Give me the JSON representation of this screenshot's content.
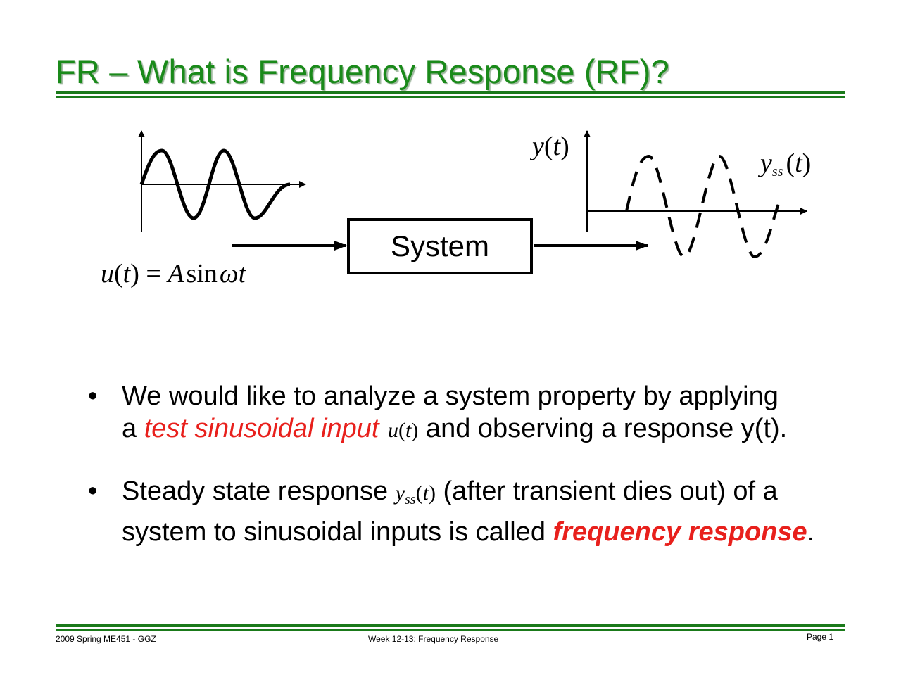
{
  "slide": {
    "title": "FR – What is Frequency Response (RF)?"
  },
  "diagram": {
    "input_expr": {
      "u": "u",
      "lp": "(",
      "t": "t",
      "rp": ")",
      "eq": " = ",
      "A": "A",
      "sin": "sin",
      "omega": "ω",
      "t2": "t"
    },
    "output_label": {
      "y": "y",
      "lp": "(",
      "t": "t",
      "rp": ")"
    },
    "steady_label": {
      "y": "y",
      "sub": "ss",
      "lp": "(",
      "t": "t",
      "rp": ")"
    },
    "system_label": "System"
  },
  "bullets": [
    {
      "dot": "•",
      "line1": "We would like to analyze a system property by applying",
      "pre": "a ",
      "emph": "test sinusoidal input",
      "math": {
        "u": "u",
        "lp": "(",
        "t": "t",
        "rp": ")"
      },
      "post": " and observing a response y(t)."
    },
    {
      "dot": "•",
      "pre": "Steady state response ",
      "math": {
        "y": "y",
        "sub": "ss",
        "lp": "(",
        "t": "t",
        "rp": ")"
      },
      "mid": " (after transient dies out) of a system to sinusoidal inputs is called ",
      "emph1": "frequency",
      "sp": " ",
      "emph2": "response",
      "end": "."
    }
  ],
  "footer": {
    "left": "2009 Spring ME451 - GGZ",
    "center": "Week 12-13: Frequency Response",
    "right": "Page 1"
  },
  "colors": {
    "title_green": "#1a8a1a",
    "rule_green": "#1a7a1a",
    "emphasis_red": "#e8201c"
  }
}
